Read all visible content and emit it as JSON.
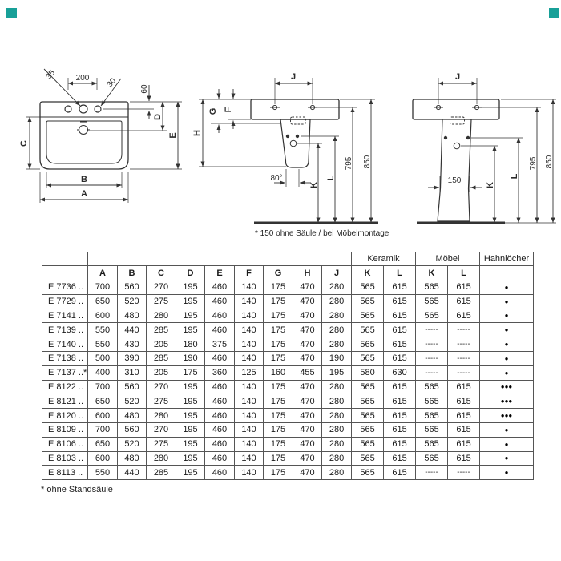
{
  "colors": {
    "brand_teal": "#18a098",
    "line": "#333333",
    "table_border": "#555555",
    "text": "#1a1a1a"
  },
  "front": {
    "n35": "35",
    "n200": "200",
    "n30": "30",
    "n60": "60",
    "A": "A",
    "B": "B",
    "C": "C",
    "D": "D",
    "E": "E"
  },
  "side": {
    "J": "J",
    "F": "F",
    "G": "G",
    "H": "H",
    "K": "K",
    "L": "L",
    "n80": "80°",
    "n795": "795",
    "n850": "850"
  },
  "ped": {
    "J": "J",
    "n150": "150",
    "K": "K",
    "L": "L",
    "n795": "795",
    "n850": "850"
  },
  "notes": {
    "mid": "* 150 ohne Säule / bei Möbelmontage",
    "bottom": "* ohne Standsäule"
  },
  "table": {
    "groups": {
      "keramik": "Keramik",
      "moebel": "Möbel",
      "hahnloecher": "Hahnlöcher"
    },
    "cols": [
      "A",
      "B",
      "C",
      "D",
      "E",
      "F",
      "G",
      "H",
      "J",
      "K",
      "L",
      "K",
      "L"
    ],
    "rows": [
      {
        "model": "E 7736 ..",
        "v": [
          "700",
          "560",
          "270",
          "195",
          "460",
          "140",
          "175",
          "470",
          "280",
          "565",
          "615",
          "565",
          "615"
        ],
        "holes": "●"
      },
      {
        "model": "E 7729 ..",
        "v": [
          "650",
          "520",
          "275",
          "195",
          "460",
          "140",
          "175",
          "470",
          "280",
          "565",
          "615",
          "565",
          "615"
        ],
        "holes": "●"
      },
      {
        "model": "E 7141 ..",
        "v": [
          "600",
          "480",
          "280",
          "195",
          "460",
          "140",
          "175",
          "470",
          "280",
          "565",
          "615",
          "565",
          "615"
        ],
        "holes": "●"
      },
      {
        "model": "E 7139 ..",
        "v": [
          "550",
          "440",
          "285",
          "195",
          "460",
          "140",
          "175",
          "470",
          "280",
          "565",
          "615",
          "-----",
          "-----"
        ],
        "holes": "●"
      },
      {
        "model": "E 7140 ..",
        "v": [
          "550",
          "430",
          "205",
          "180",
          "375",
          "140",
          "175",
          "470",
          "280",
          "565",
          "615",
          "-----",
          "-----"
        ],
        "holes": "●"
      },
      {
        "model": "E 7138 ..",
        "v": [
          "500",
          "390",
          "285",
          "190",
          "460",
          "140",
          "175",
          "470",
          "190",
          "565",
          "615",
          "-----",
          "-----"
        ],
        "holes": "●"
      },
      {
        "model": "E 7137 ..*",
        "v": [
          "400",
          "310",
          "205",
          "175",
          "360",
          "125",
          "160",
          "455",
          "195",
          "580",
          "630",
          "-----",
          "-----"
        ],
        "holes": "●"
      },
      {
        "model": "E 8122 ..",
        "v": [
          "700",
          "560",
          "270",
          "195",
          "460",
          "140",
          "175",
          "470",
          "280",
          "565",
          "615",
          "565",
          "615"
        ],
        "holes": "●●●"
      },
      {
        "model": "E 8121 ..",
        "v": [
          "650",
          "520",
          "275",
          "195",
          "460",
          "140",
          "175",
          "470",
          "280",
          "565",
          "615",
          "565",
          "615"
        ],
        "holes": "●●●"
      },
      {
        "model": "E 8120 ..",
        "v": [
          "600",
          "480",
          "280",
          "195",
          "460",
          "140",
          "175",
          "470",
          "280",
          "565",
          "615",
          "565",
          "615"
        ],
        "holes": "●●●"
      },
      {
        "model": "E 8109 ..",
        "v": [
          "700",
          "560",
          "270",
          "195",
          "460",
          "140",
          "175",
          "470",
          "280",
          "565",
          "615",
          "565",
          "615"
        ],
        "holes": "●"
      },
      {
        "model": "E 8106 ..",
        "v": [
          "650",
          "520",
          "275",
          "195",
          "460",
          "140",
          "175",
          "470",
          "280",
          "565",
          "615",
          "565",
          "615"
        ],
        "holes": "●"
      },
      {
        "model": "E 8103 ..",
        "v": [
          "600",
          "480",
          "280",
          "195",
          "460",
          "140",
          "175",
          "470",
          "280",
          "565",
          "615",
          "565",
          "615"
        ],
        "holes": "●"
      },
      {
        "model": "E 8113 ..",
        "v": [
          "550",
          "440",
          "285",
          "195",
          "460",
          "140",
          "175",
          "470",
          "280",
          "565",
          "615",
          "-----",
          "-----"
        ],
        "holes": "●"
      }
    ]
  }
}
